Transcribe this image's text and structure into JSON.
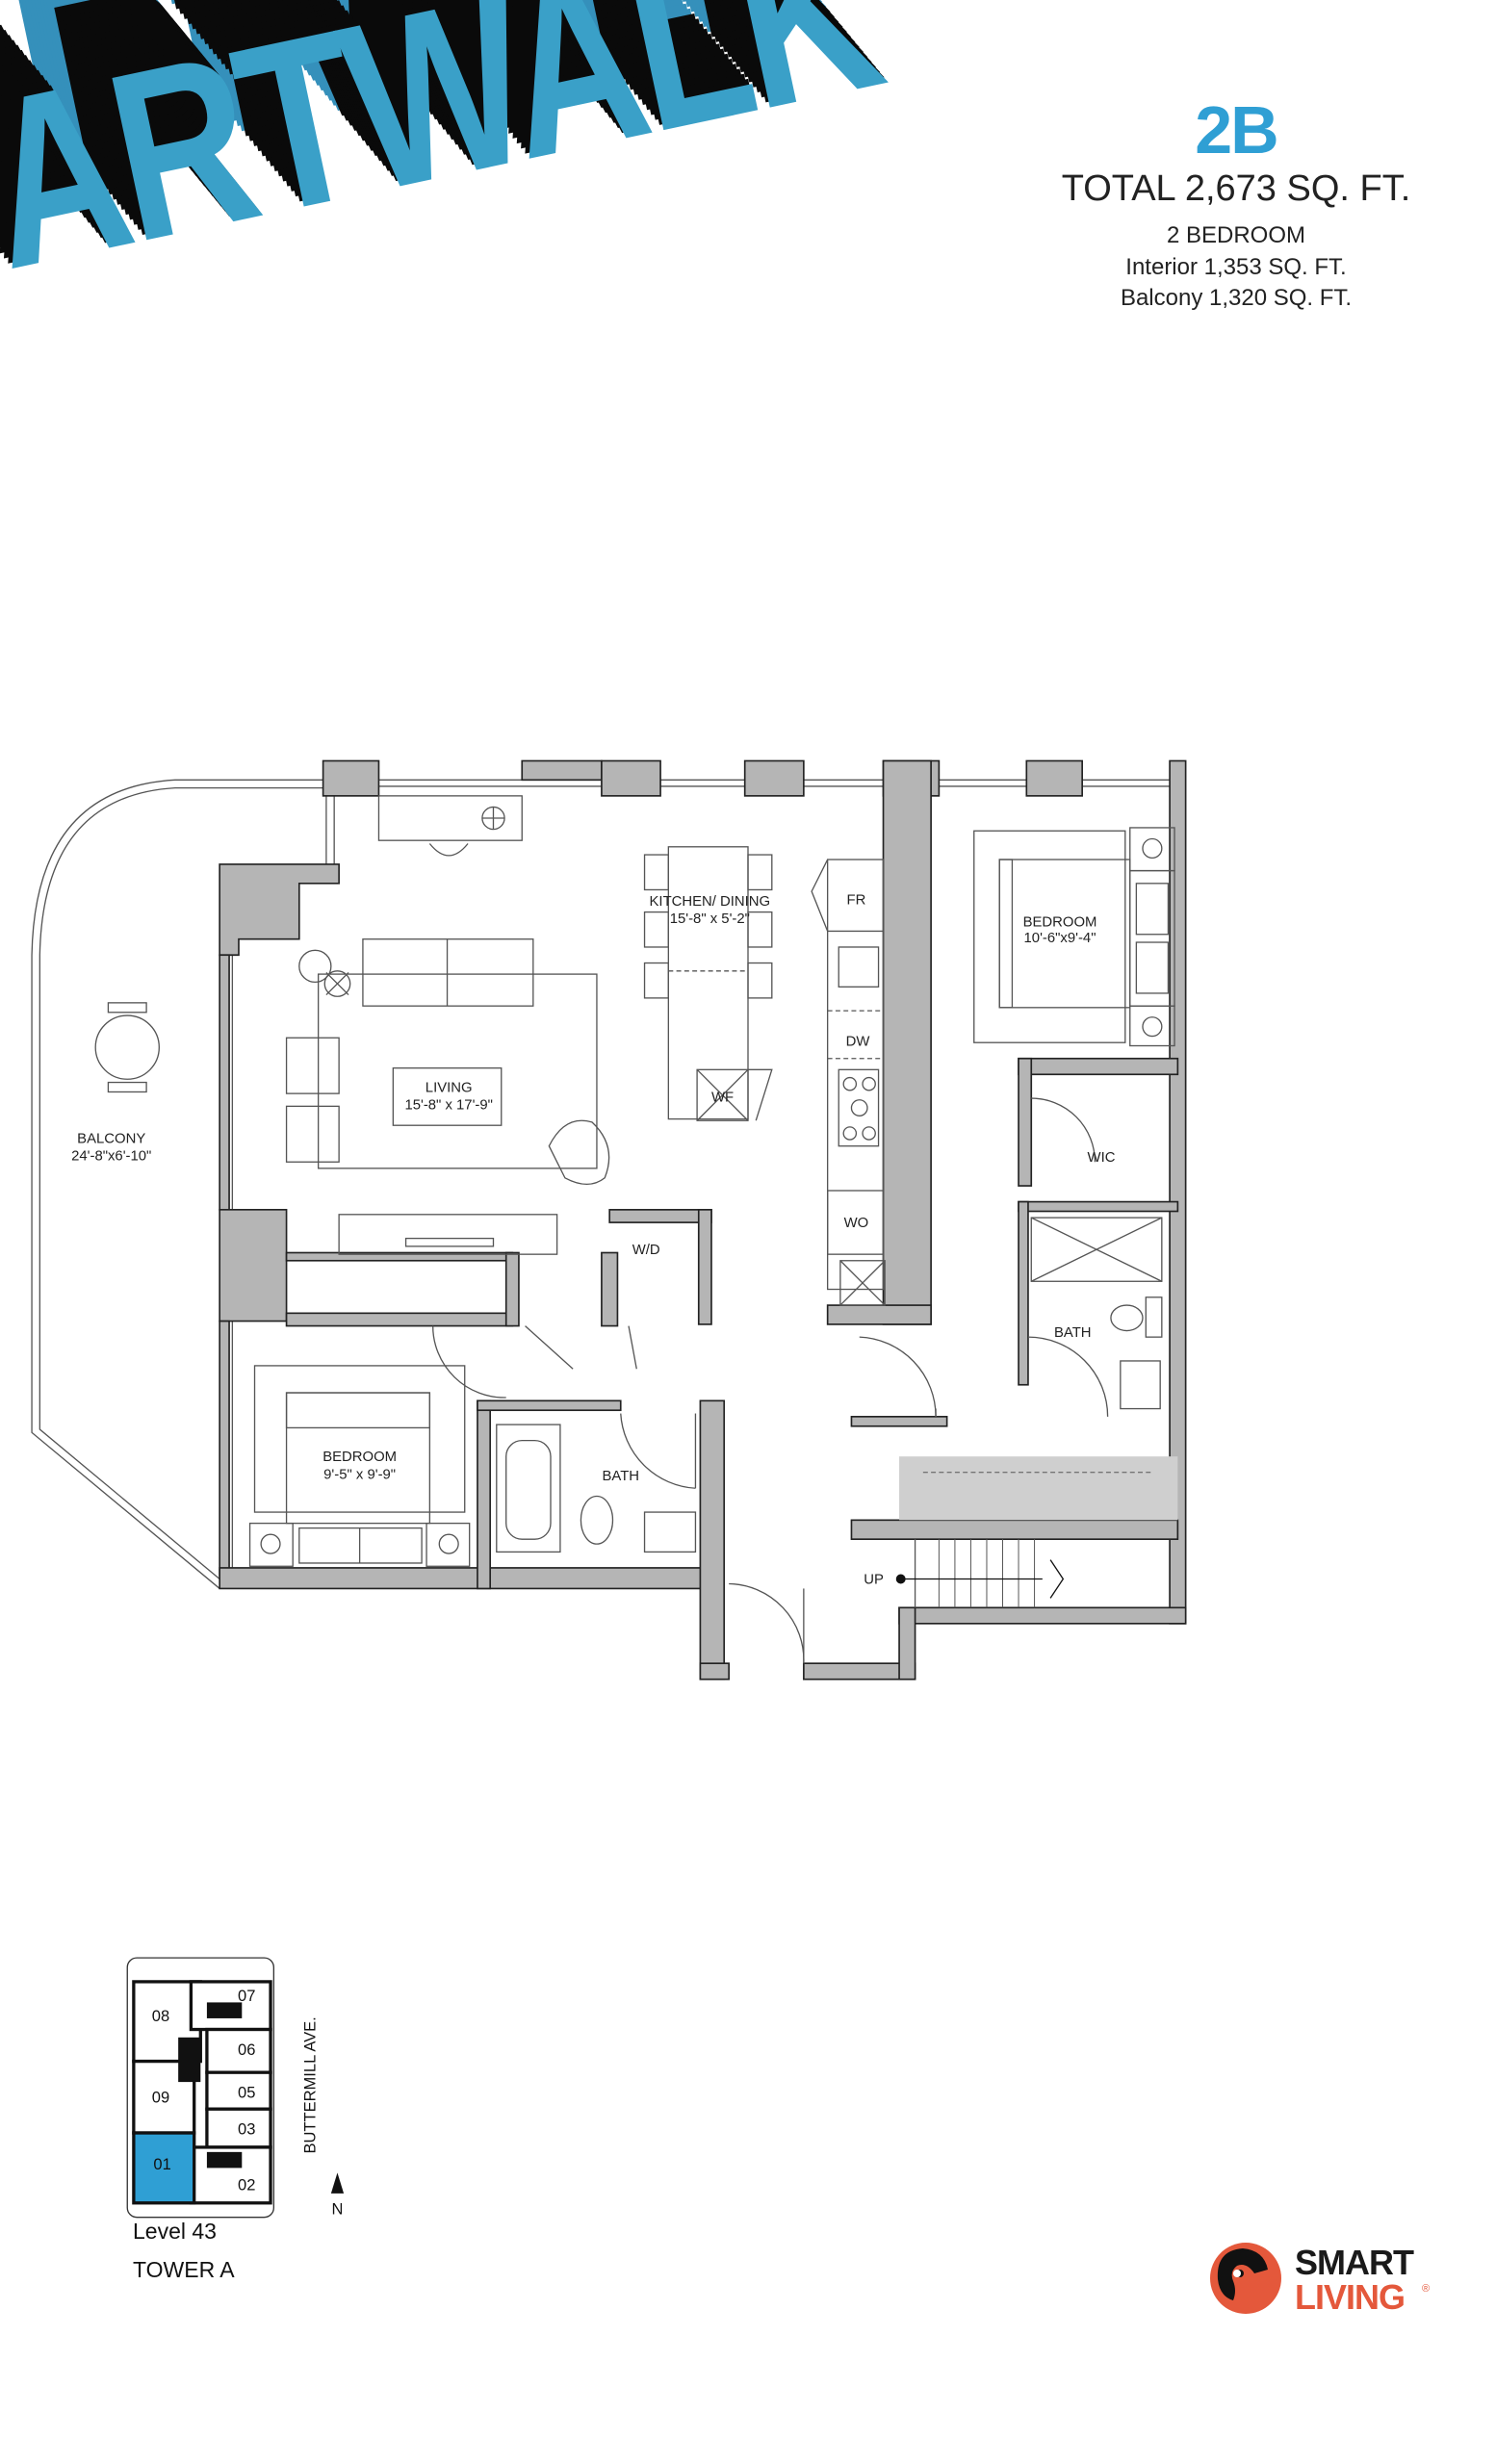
{
  "brand": {
    "name": "ARTWALK",
    "color": "#3aa0c8"
  },
  "spec": {
    "unit": "2B",
    "total": "TOTAL 2,673 SQ. FT.",
    "bedrooms": "2 BEDROOM",
    "interior": "Interior 1,353 SQ. FT.",
    "balcony": "Balcony 1,320 SQ. FT."
  },
  "rooms": {
    "balcony": {
      "name": "BALCONY",
      "dims": "24'-8\"x6'-10\""
    },
    "living": {
      "name": "LIVING",
      "dims": "15'-8\" x 17'-9\""
    },
    "kitchen": {
      "name": "KITCHEN/ DINING",
      "dims": "15'-8\" x 5'-2\""
    },
    "bedroom_main": {
      "name": "BEDROOM",
      "dims": "10'-6\"x9'-4\""
    },
    "bedroom_second": {
      "name": "BEDROOM",
      "dims": "9'-5\" x 9'-9\""
    },
    "bath_main": {
      "name": "BATH"
    },
    "bath_second": {
      "name": "BATH"
    },
    "wic": {
      "name": "WIC"
    }
  },
  "fixtures": {
    "fr": "FR",
    "dw": "DW",
    "wo": "WO",
    "wf": "WF",
    "wd": "W/D",
    "up": "UP"
  },
  "keyplan": {
    "units": [
      "07",
      "08",
      "06",
      "05",
      "09",
      "03",
      "01",
      "02"
    ],
    "selected": "01",
    "selected_color": "#2f9fd4",
    "street": "BUTTERMILL AVE.",
    "north": "N",
    "level": "Level 43",
    "tower": "TOWER A"
  },
  "logo": {
    "line1": "SMART",
    "line2": "LIVING",
    "reg": "®",
    "accent": "#e4583b"
  }
}
